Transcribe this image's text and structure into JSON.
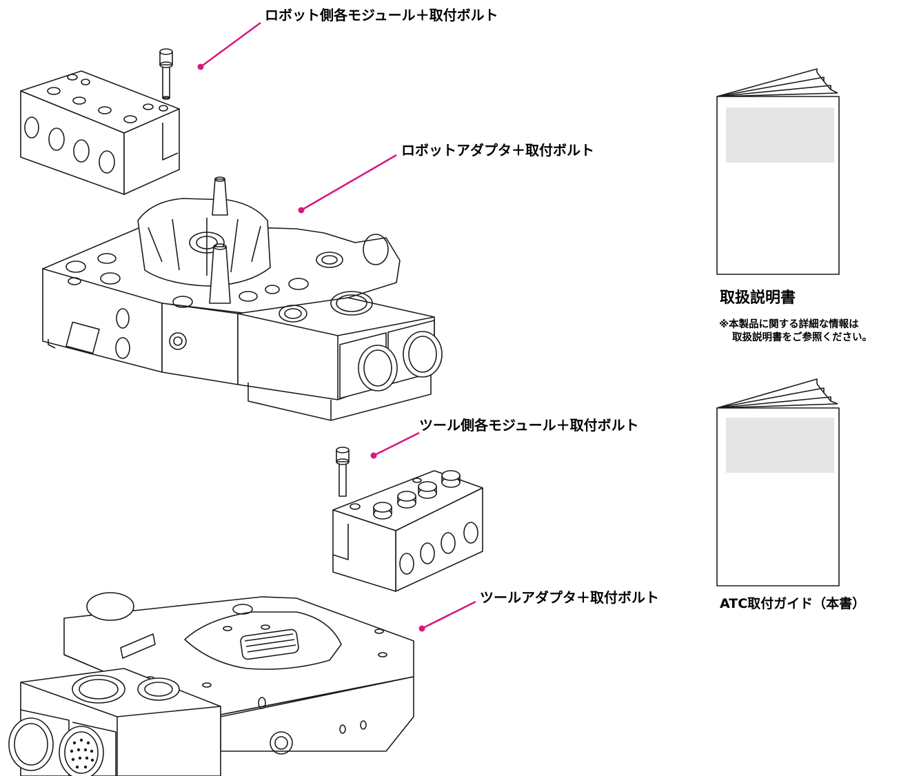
{
  "callouts": {
    "robot_module": "ロボット側各モジュール＋取付ボルト",
    "robot_adapter": "ロボットアダプタ＋取付ボルト",
    "tool_module": "ツール側各モジュール＋取付ボルト",
    "tool_adapter": "ツールアダプタ＋取付ボルト"
  },
  "documents": {
    "manual_title": "取扱説明書",
    "manual_note_line1": "※本製品に関する詳細な情報は",
    "manual_note_line2": "取扱説明書をご参照ください。",
    "guide_title": "ATC取付ガイド（本書）"
  },
  "colors": {
    "leader_line": "#d6187f",
    "outline": "#1a1a1a",
    "cover_panel": "#e5e5e5"
  }
}
